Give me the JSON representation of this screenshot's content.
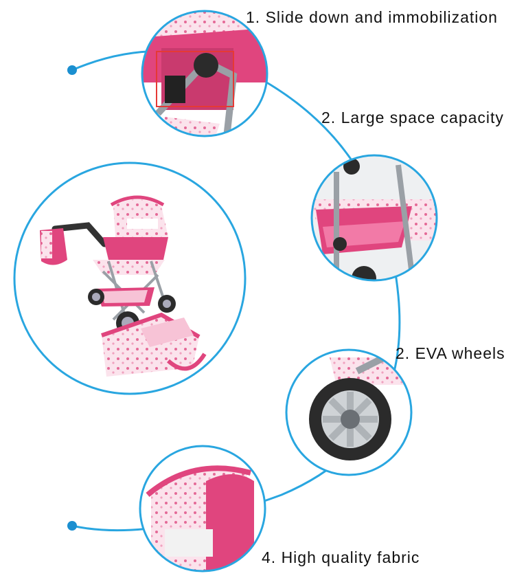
{
  "features": [
    {
      "label": "1. Slide down and immobilization",
      "image": "slide-lock-closeup"
    },
    {
      "label": "2. Large space capacity",
      "image": "storage-basket-closeup"
    },
    {
      "label": "2.  EVA wheels",
      "image": "eva-wheel-closeup"
    },
    {
      "label": "4. High quality fabric",
      "image": "canopy-fabric-closeup"
    }
  ],
  "main_image": "doll-stroller-with-carrycot",
  "colors": {
    "accent": "#29a6e0",
    "dot": "#1b8fd0",
    "pink": "#e0457e",
    "light_pink": "#f7c3d6",
    "frame": "#9aa0a6",
    "tire": "#2b2b2b",
    "highlight": "#e53935"
  }
}
